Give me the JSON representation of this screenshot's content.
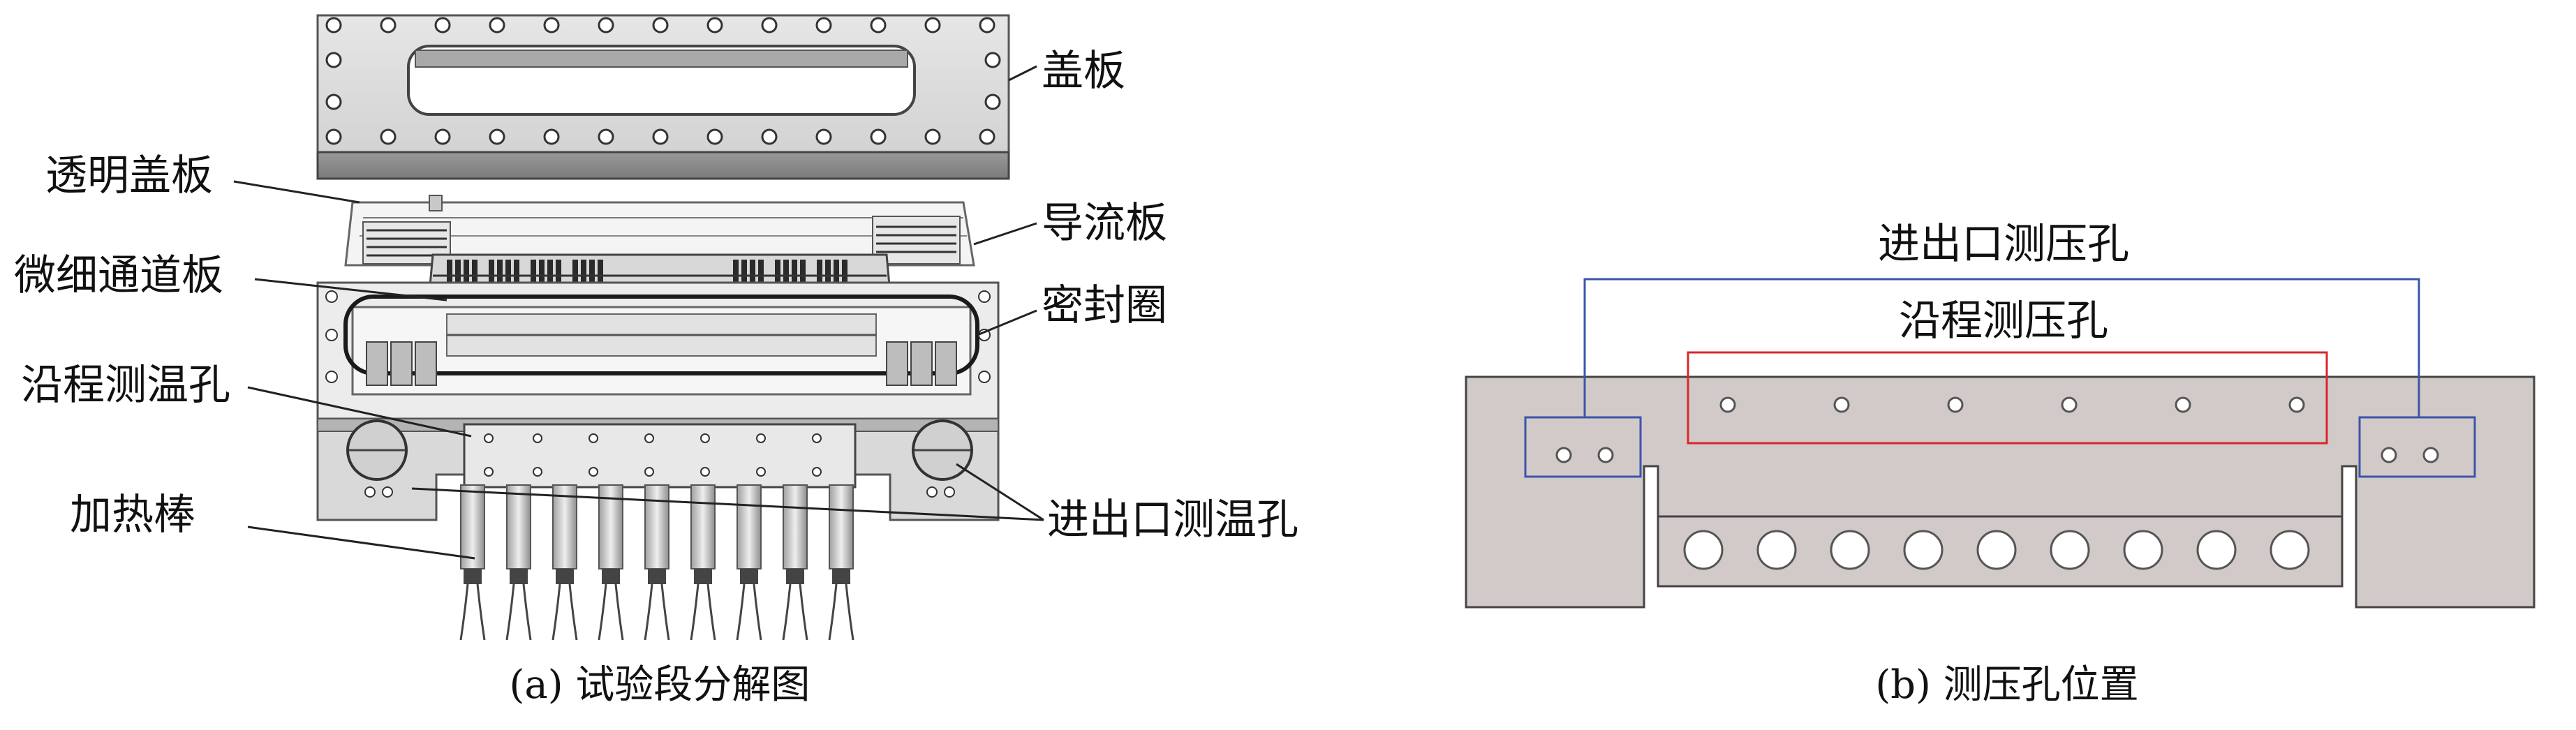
{
  "panel_a": {
    "caption": "(a) 试验段分解图",
    "labels": {
      "cover_plate": "盖板",
      "transparent_cover": "透明盖板",
      "flow_guide_plate": "导流板",
      "microchannel_plate": "微细通道板",
      "seal_ring": "密封圈",
      "along_temp_holes": "沿程测温孔",
      "heating_rods": "加热棒",
      "inout_temp_holes": "进出口测温孔"
    }
  },
  "panel_b": {
    "caption": "(b) 测压孔位置",
    "labels": {
      "inout_pressure_holes": "进出口测压孔",
      "along_pressure_holes": "沿程测压孔"
    }
  },
  "colors": {
    "metal_light": "#dcdcdc",
    "metal_dark": "#8c8c8c",
    "block_fill": "#d2c9c9",
    "box_blue": "#3a56a8",
    "box_red": "#d8282a",
    "line": "#222222"
  }
}
